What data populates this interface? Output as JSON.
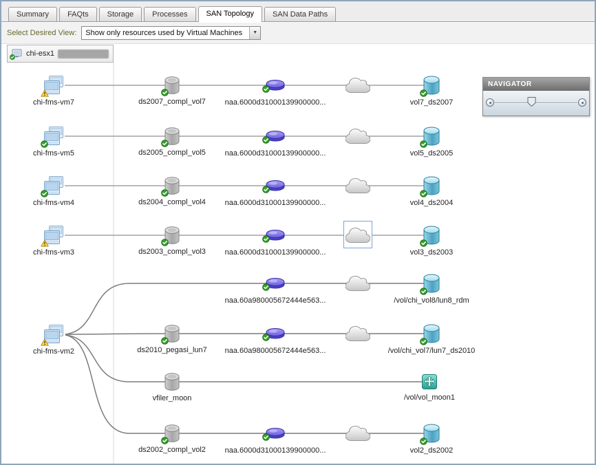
{
  "tabs": [
    {
      "label": "Summary"
    },
    {
      "label": "FAQts"
    },
    {
      "label": "Storage"
    },
    {
      "label": "Processes"
    },
    {
      "label": "SAN Topology"
    },
    {
      "label": "SAN Data Paths"
    }
  ],
  "active_tab": "SAN Topology",
  "toolbar": {
    "view_label": "Select Desired View:",
    "view_value": "Show only resources used by Virtual Machines"
  },
  "host": {
    "label": "chi-esx1",
    "status": "ok"
  },
  "navigator": {
    "title": "NAVIGATOR"
  },
  "colors": {
    "ok_badge": "#35a12e",
    "warning_badge": "#ffd54a",
    "lun": "#4b41c9",
    "volume": "#4ba2c2",
    "datastore": "#a9a9a9",
    "selection_border": "#7aa4d9"
  },
  "icons": {
    "vm": "virtual-machine-icon",
    "datastore": "datastore-cylinder-icon",
    "lun": "lun-disk-icon",
    "network": "cloud-icon",
    "volume": "volume-cylinder-icon",
    "volume_move": "volume-move-arrows-icon"
  },
  "topology": {
    "vms": [
      {
        "label": "chi-fms-vm7",
        "status": "warning"
      },
      {
        "label": "chi-fms-vm5",
        "status": "ok"
      },
      {
        "label": "chi-fms-vm4",
        "status": "ok"
      },
      {
        "label": "chi-fms-vm3",
        "status": "warning"
      },
      {
        "label": "chi-fms-vm2",
        "status": "warning"
      }
    ],
    "datastores": [
      {
        "label": "ds2007_compl_vol7",
        "status": "ok"
      },
      {
        "label": "ds2005_compl_vol5",
        "status": "ok"
      },
      {
        "label": "ds2004_compl_vol4",
        "status": "ok"
      },
      {
        "label": "ds2003_compl_vol3",
        "status": "ok"
      },
      {
        "label": "ds2010_pegasi_lun7",
        "status": "ok"
      },
      {
        "label": "vfiler_moon",
        "status": "none"
      },
      {
        "label": "ds2002_compl_vol2",
        "status": "ok"
      }
    ],
    "luns": [
      {
        "label": "naa.6000d31000139900000...",
        "status": "ok"
      },
      {
        "label": "naa.6000d31000139900000...",
        "status": "ok"
      },
      {
        "label": "naa.6000d31000139900000...",
        "status": "ok"
      },
      {
        "label": "naa.6000d31000139900000...",
        "status": "ok"
      },
      {
        "label": "naa.60a980005672444e563...",
        "status": "ok"
      },
      {
        "label": "naa.60a980005672444e563...",
        "status": "ok"
      },
      {
        "label": "naa.6000d31000139900000...",
        "status": "ok"
      }
    ],
    "volumes": [
      {
        "label": "vol7_ds2007",
        "status": "ok"
      },
      {
        "label": "vol5_ds2005",
        "status": "ok"
      },
      {
        "label": "vol4_ds2004",
        "status": "ok"
      },
      {
        "label": "vol3_ds2003",
        "status": "ok"
      },
      {
        "label": "/vol/chi_vol8/lun8_rdm",
        "status": "ok"
      },
      {
        "label": "/vol/chi_vol7/lun7_ds2010",
        "status": "ok"
      },
      {
        "label": "/vol/vol_moon1",
        "status": "none"
      },
      {
        "label": "vol2_ds2002",
        "status": "ok"
      }
    ],
    "selected_node": "network-cloud-row-4"
  }
}
